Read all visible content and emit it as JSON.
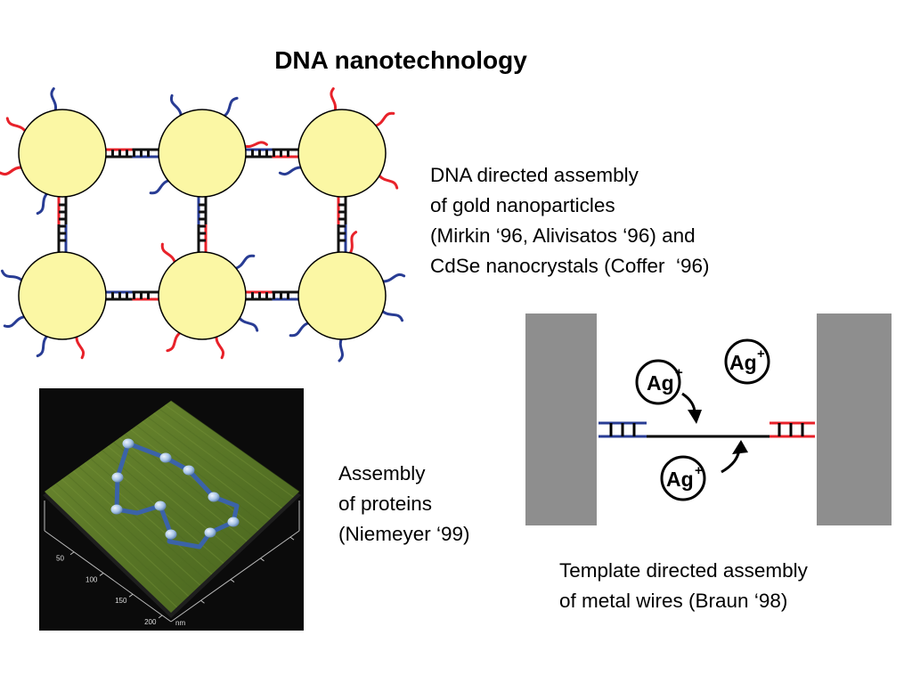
{
  "title": "DNA nanotechnology",
  "panels": {
    "gold_assembly": {
      "caption_lines": [
        "DNA directed assembly",
        "of gold nanoparticles",
        "(Mirkin ‘96, Alivisatos ‘96) and",
        "CdSe nanocrystals (Coffer  ‘96)"
      ],
      "colors": {
        "particle": "#fbf7a4",
        "strand_a": "#e8222a",
        "strand_b": "#283c94",
        "linker": "#111111"
      }
    },
    "protein_assembly": {
      "caption_lines": [
        "Assembly",
        "of proteins",
        "(Niemeyer ‘99)"
      ],
      "afm_axis_ticks": [
        "50",
        "100",
        "150",
        "200"
      ],
      "afm_axis_unit": "nm",
      "colors": {
        "background": "#0b0b0b",
        "surface": "#5f7d2a",
        "strand": "#3b63a8",
        "protein": "#a7c4e6"
      }
    },
    "wire_assembly": {
      "caption_lines": [
        "Template directed assembly",
        "of metal wires (Braun ‘98)"
      ],
      "ions": [
        {
          "label": "Ag",
          "charge": "+"
        },
        {
          "label": "Ag",
          "charge": "+"
        },
        {
          "label": "Ag",
          "charge": "+"
        }
      ],
      "colors": {
        "electrode": "#8e8e8e",
        "strand_left": "#283c94",
        "strand_right": "#e8222a"
      }
    }
  }
}
